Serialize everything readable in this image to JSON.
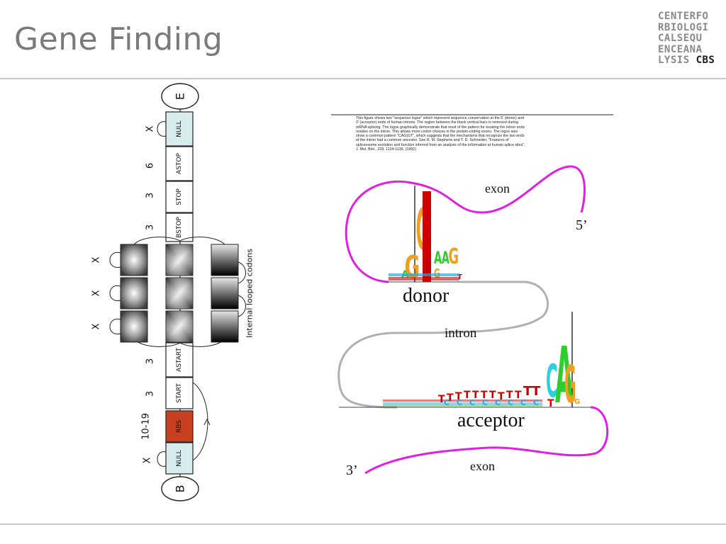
{
  "title": "Gene Finding",
  "logo": {
    "lines": [
      "CENTERFO",
      "RBIOLOGI",
      "CALSEQU",
      "ENCEANA",
      "LYSIS "
    ],
    "bold": "CBS"
  },
  "colors": {
    "exon_line": "#e020e0",
    "intron_line": "#b0b0b0",
    "rbs_box": "#c8401f",
    "null_box": "#d8ecee",
    "logo_gray": "#8a8a8a"
  },
  "hmm": {
    "end_label": "E",
    "begin_label": "B",
    "states": [
      "NULL",
      "ASTOP",
      "STOP",
      "BSTOP",
      "ASTART",
      "START",
      "RBS",
      "NULL"
    ],
    "durations": [
      "X",
      "6",
      "3",
      "3",
      "3",
      "3",
      "10-19",
      "X"
    ],
    "loop_labels": [
      "X",
      "X",
      "X"
    ],
    "side_label": "Internal looped codons"
  },
  "splice": {
    "caption": "This figure shows two \"sequence logos\" which represent sequence conservation at the 5' (donor) and 3' (acceptor) ends of human introns. The region between the black vertical bars is removed during mRNA splicing. The logos graphically demonstrate that most of the pattern for locating the intron ends resides on the intron. This allows more codon choices in the protein-coding exons. The logos also show a common pattern \"CAG|GT\", which suggests that the mechanisms that recognize the two ends of the intron had a common ancestor. See R. M. Stephens and T. D. Schneider, \"Features of spliceosome evolution and function inferred from an analysis of the information at human splice sites\", J. Mol. Biol., 228, 1124-1136, (1992)",
    "labels": {
      "exon_top": "exon",
      "five_prime": "5’",
      "donor": "donor",
      "intron": "intron",
      "acceptor": "acceptor",
      "three_prime": "3’",
      "exon_bottom": "exon"
    },
    "donor_logo": [
      "A",
      "G",
      "G",
      "T",
      "A",
      "A",
      "G",
      "G",
      "T"
    ],
    "acceptor_logo": [
      "C",
      "A",
      "G",
      "T",
      "G"
    ],
    "pyrimidine_letters": [
      "T",
      "C"
    ]
  }
}
